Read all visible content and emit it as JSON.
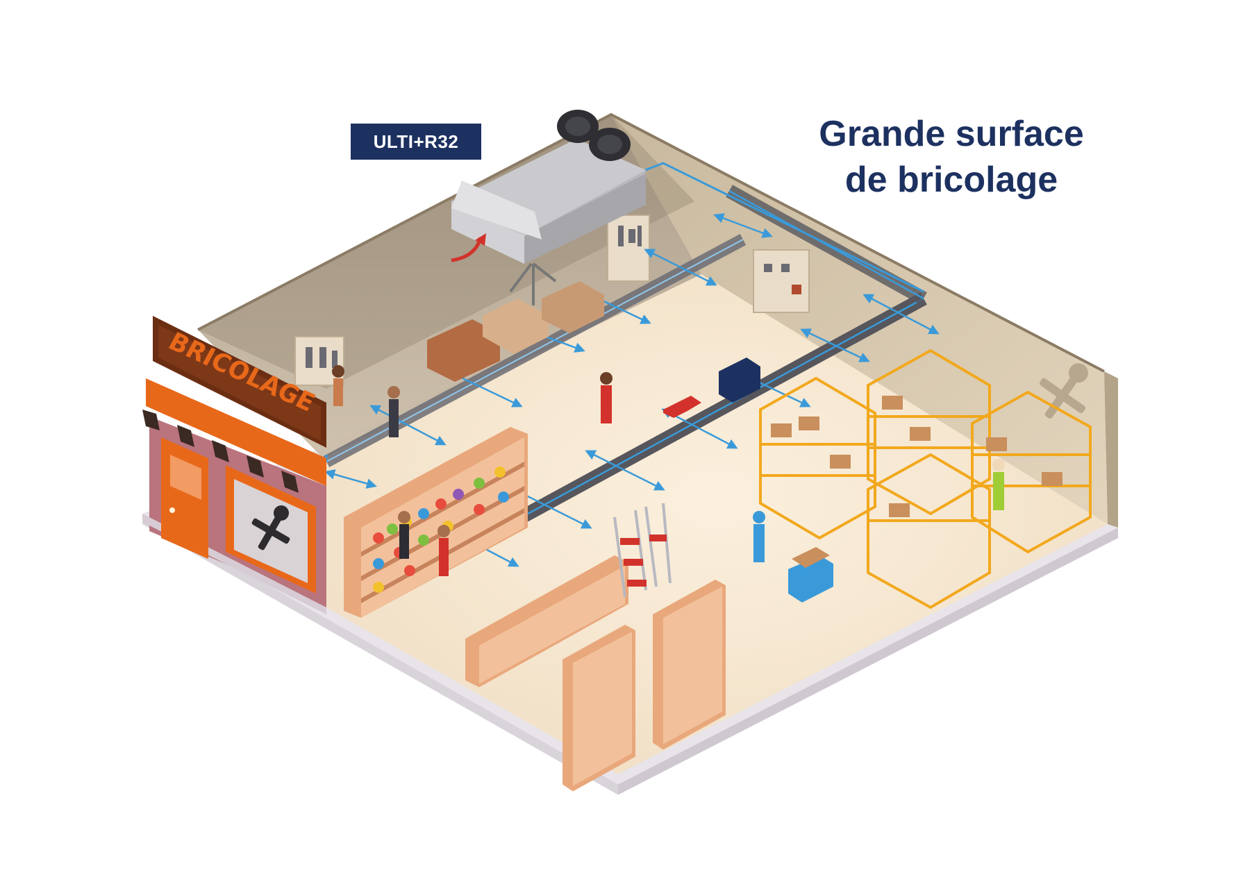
{
  "title": {
    "line1": "Grande surface",
    "line2": "de bricolage"
  },
  "unit_label": "ULTI+R32",
  "store_sign": "BRICOLAGE",
  "colors": {
    "title_navy": "#1d3160",
    "duct_blue": "#3a9ad9",
    "store_orange": "#e8681a",
    "shelf_wood": "#e9a87c",
    "rack_yellow": "#f2a81d",
    "floor": "#f6e8d4",
    "wall": "#b5a48c"
  },
  "icons": [
    "wrench-screwdriver-icon",
    "airflow-arrow-icon",
    "fan-icon"
  ]
}
